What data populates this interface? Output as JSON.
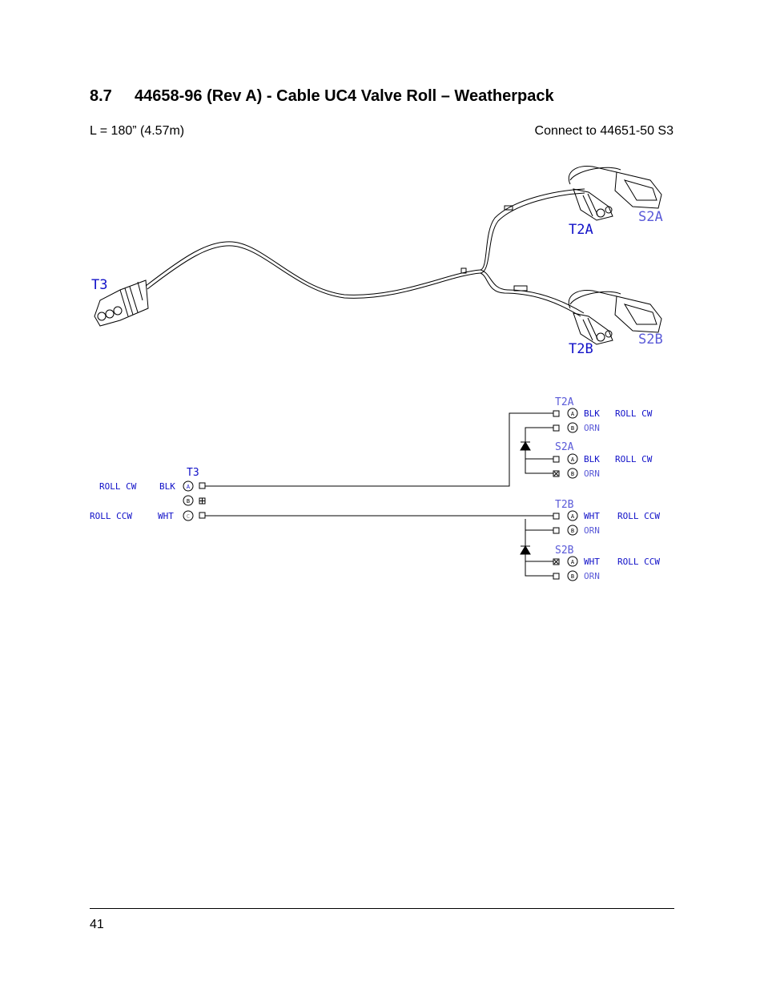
{
  "section": {
    "number": "8.7",
    "title": "44658-96 (Rev A) - Cable UC4 Valve Roll – Weatherpack"
  },
  "length_text": "L = 180” (4.57m)",
  "connect_text": "Connect to 44651-50 S3",
  "illustration": {
    "labels": {
      "t3": "T3",
      "t2a": "T2A",
      "s2a": "S2A",
      "t2b": "T2B",
      "s2b": "S2B"
    }
  },
  "schematic": {
    "t3": {
      "title": "T3",
      "pins": [
        {
          "signal": "ROLL CW",
          "color": "BLK",
          "pin": "A"
        },
        {
          "signal": "",
          "color": "",
          "pin": "B"
        },
        {
          "signal": "ROLL CCW",
          "color": "WHT",
          "pin": "C"
        }
      ]
    },
    "t2a": {
      "title": "T2A",
      "pins": [
        {
          "pin": "A",
          "color": "BLK",
          "signal": "ROLL CW"
        },
        {
          "pin": "B",
          "color": "ORN",
          "signal": ""
        }
      ]
    },
    "s2a": {
      "title": "S2A",
      "pins": [
        {
          "pin": "A",
          "color": "BLK",
          "signal": "ROLL CW"
        },
        {
          "pin": "B",
          "color": "ORN",
          "signal": ""
        }
      ]
    },
    "t2b": {
      "title": "T2B",
      "pins": [
        {
          "pin": "A",
          "color": "WHT",
          "signal": "ROLL CCW"
        },
        {
          "pin": "B",
          "color": "ORN",
          "signal": ""
        }
      ]
    },
    "s2b": {
      "title": "S2B",
      "pins": [
        {
          "pin": "A",
          "color": "WHT",
          "signal": "ROLL CCW"
        },
        {
          "pin": "B",
          "color": "ORN",
          "signal": ""
        }
      ]
    }
  },
  "page_number": "41",
  "colors": {
    "label_blue": "#1010c8",
    "line": "#000000"
  }
}
